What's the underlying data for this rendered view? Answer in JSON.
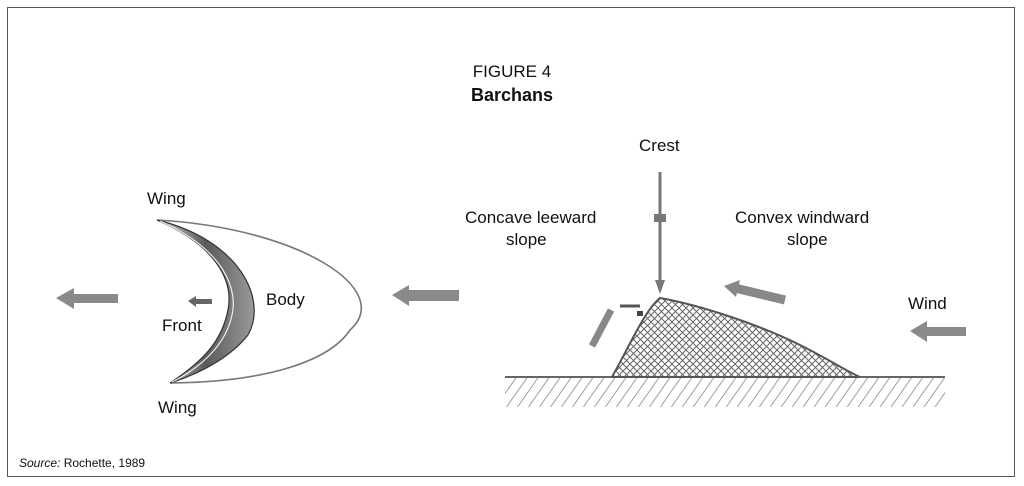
{
  "figure": {
    "number": "FIGURE 4",
    "title": "Barchans"
  },
  "plan_view": {
    "wing_top": "Wing",
    "wing_bottom": "Wing",
    "front": "Front",
    "body": "Body"
  },
  "profile_view": {
    "crest": "Crest",
    "concave_line1": "Concave leeward",
    "concave_line2": "slope",
    "convex_line1": "Convex windward",
    "convex_line2": "slope",
    "wind": "Wind"
  },
  "source": {
    "label": "Source:",
    "text": "Rochette, 1989"
  }
}
